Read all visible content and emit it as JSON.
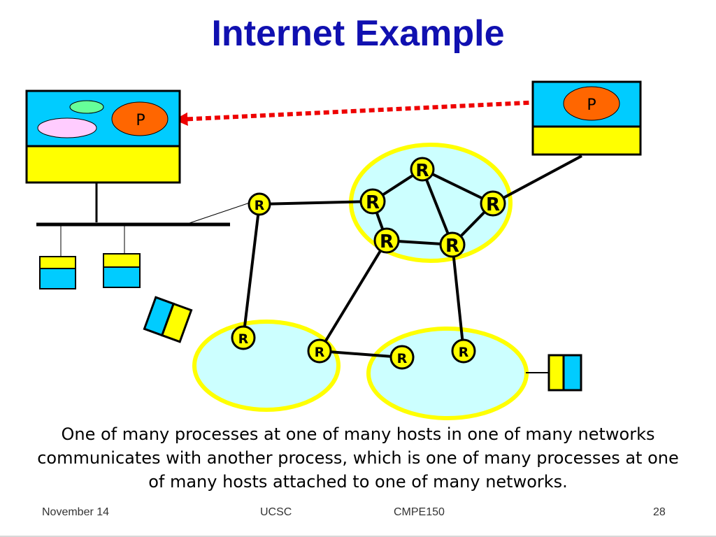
{
  "title": "Internet Example",
  "caption": "One of many processes at one of many hosts in one of many networks communicates with another process, which is one of many processes at one of many hosts attached to one of many networks.",
  "process_left_label": "P",
  "process_right_label": "P",
  "router_label": "R",
  "footer": {
    "date": "November 14",
    "org": "UCSC",
    "course": "CMPE150",
    "page": "28"
  },
  "colors": {
    "title": "#1010b0",
    "host_top": "#00ccff",
    "host_bottom": "#ffff00",
    "process": "#ff6600",
    "network_fill": "#ccffff",
    "network_border": "#ffff00",
    "link": "#000000",
    "dotted_arrow": "#ee0000"
  }
}
